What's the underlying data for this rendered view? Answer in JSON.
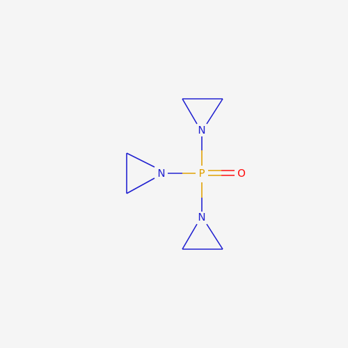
{
  "molecule": {
    "atoms": {
      "phosphorus": {
        "symbol": "P",
        "color": "#e0a000"
      },
      "oxygen": {
        "symbol": "O",
        "color": "#ff0d0d"
      },
      "nitrogen_top": {
        "symbol": "N",
        "color": "#2020d0"
      },
      "nitrogen_left": {
        "symbol": "N",
        "color": "#2020d0"
      },
      "nitrogen_bottom": {
        "symbol": "N",
        "color": "#2020d0"
      }
    },
    "bond_color": "#2020d0"
  }
}
